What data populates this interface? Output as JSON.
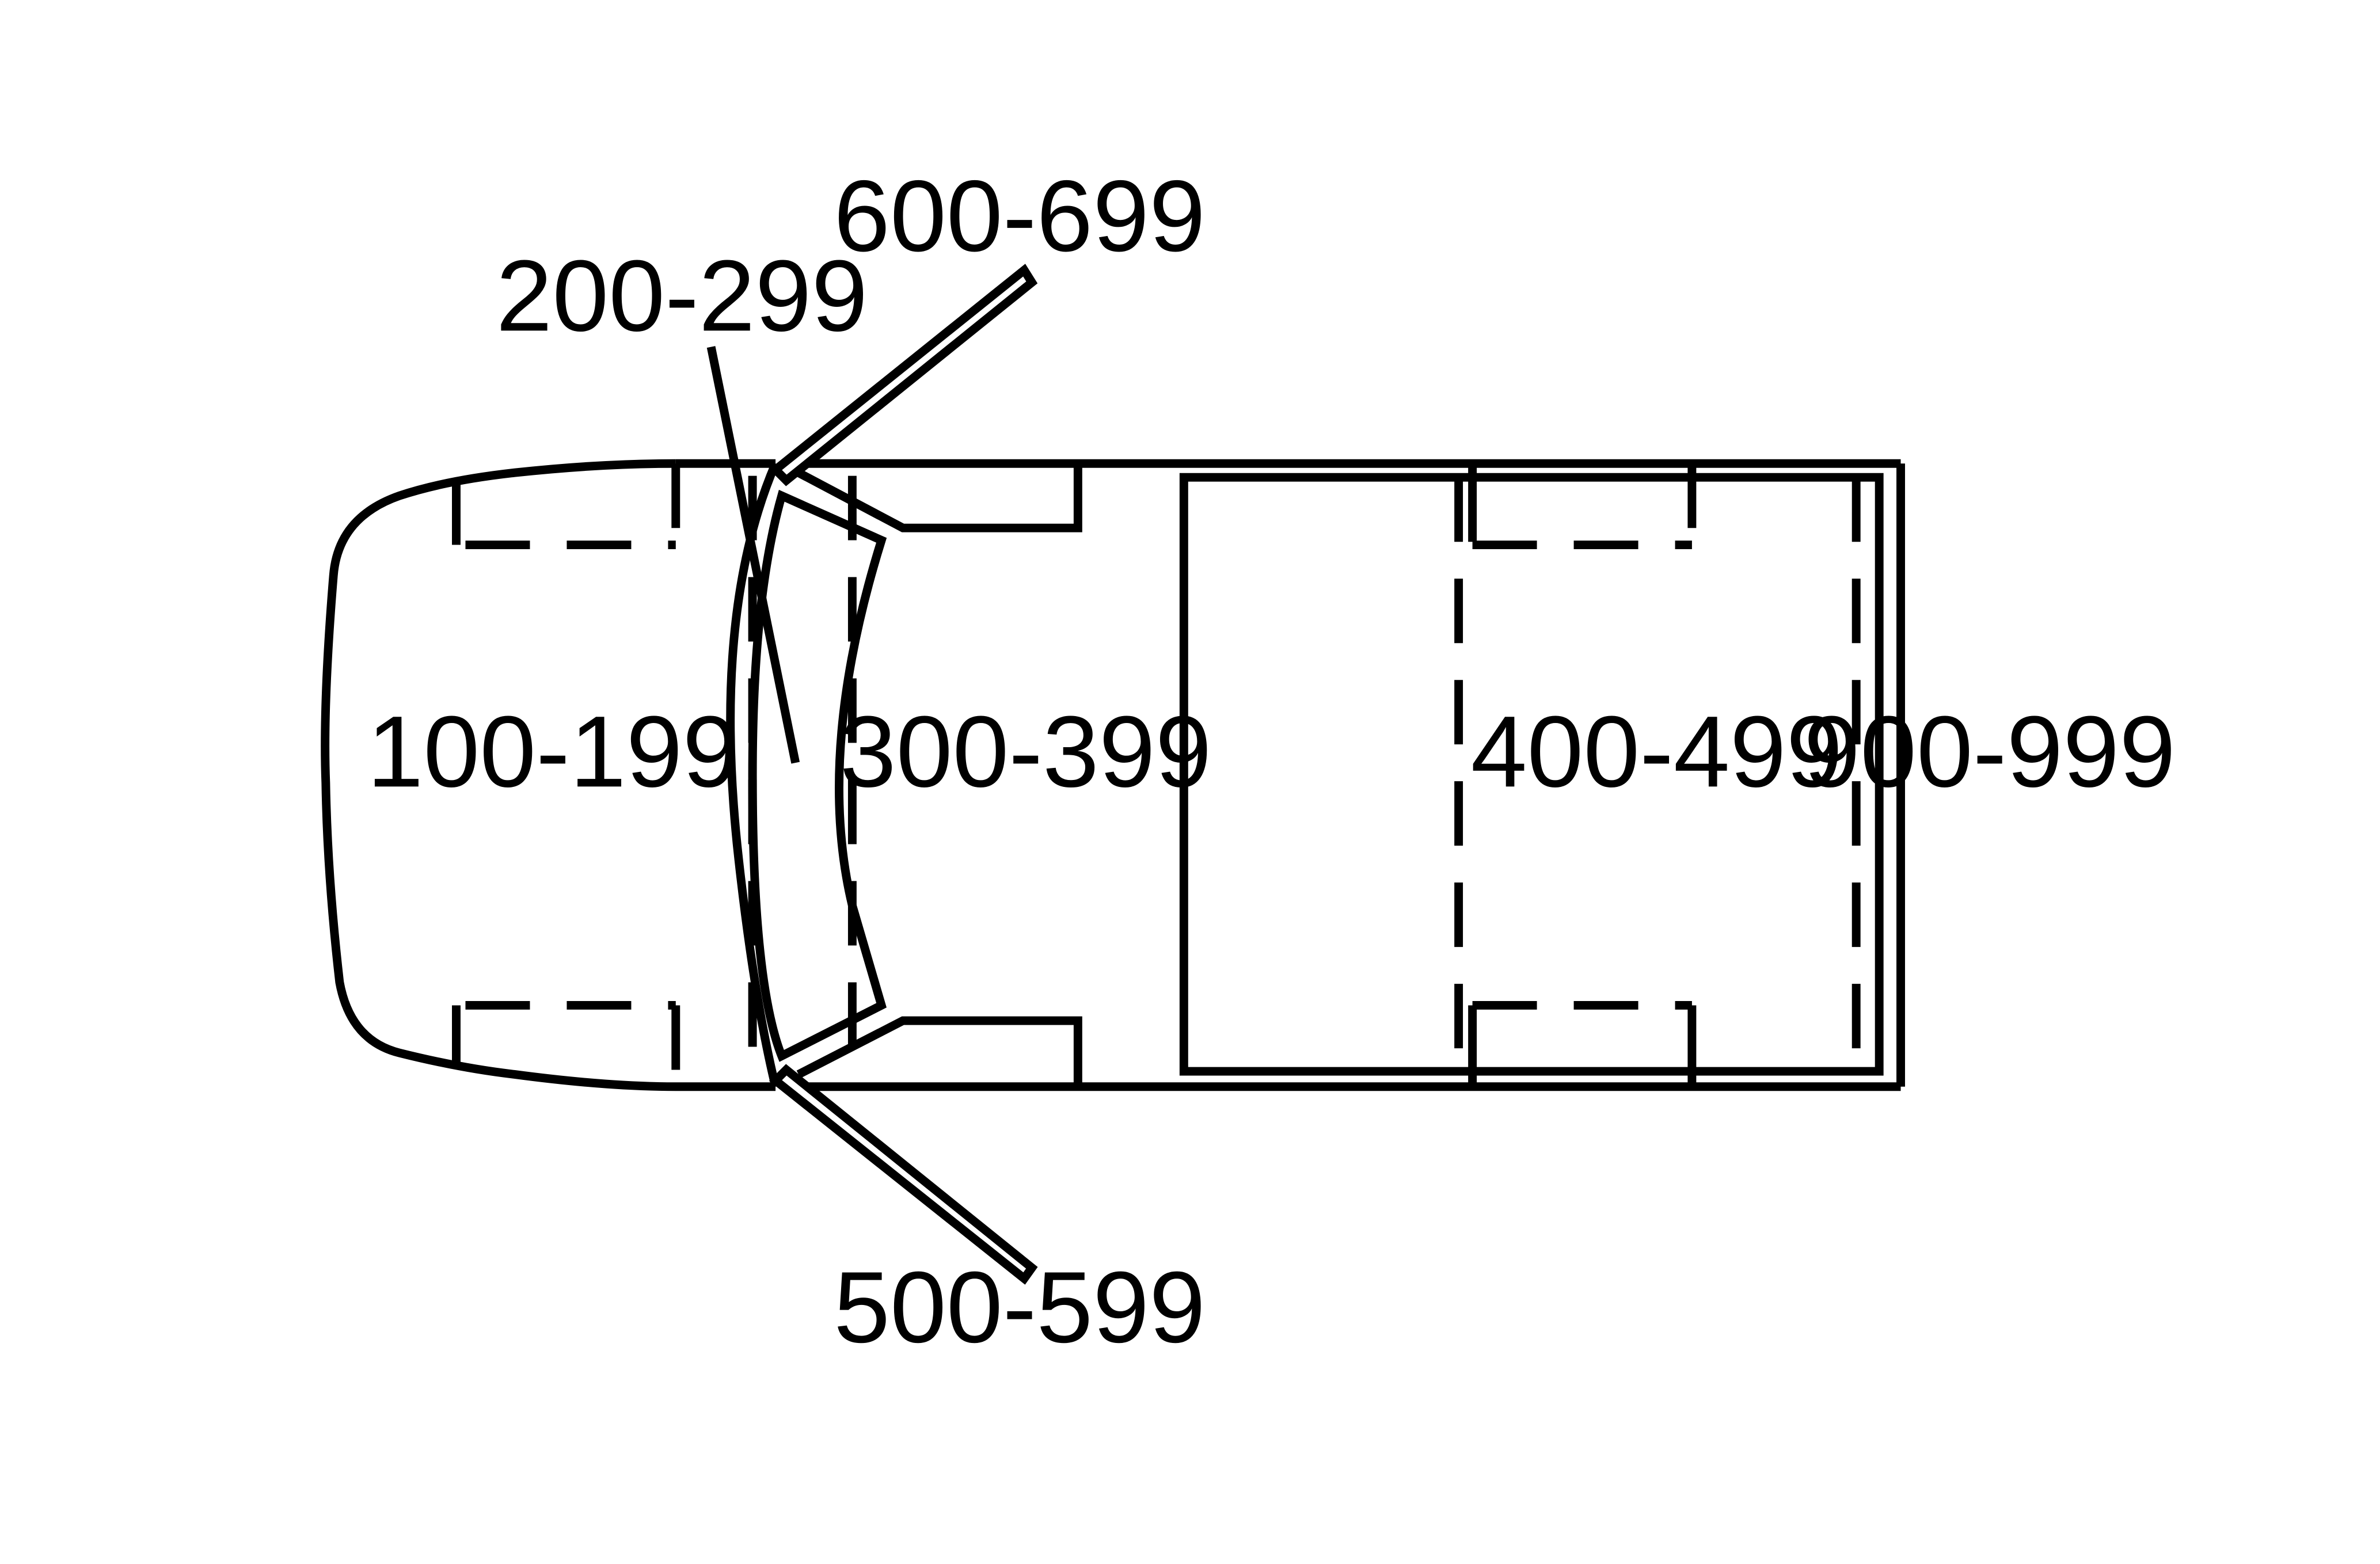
{
  "zones": [
    {
      "id": "front",
      "label": "100-199"
    },
    {
      "id": "windshield",
      "label": "200-299"
    },
    {
      "id": "cab",
      "label": "300-399"
    },
    {
      "id": "cargo",
      "label": "400-499"
    },
    {
      "id": "passenger-door",
      "label": "500-599"
    },
    {
      "id": "driver-door",
      "label": "600-699"
    },
    {
      "id": "rear",
      "label": "900-999"
    }
  ],
  "colors": {
    "line": "#000000",
    "background": "#ffffff"
  }
}
